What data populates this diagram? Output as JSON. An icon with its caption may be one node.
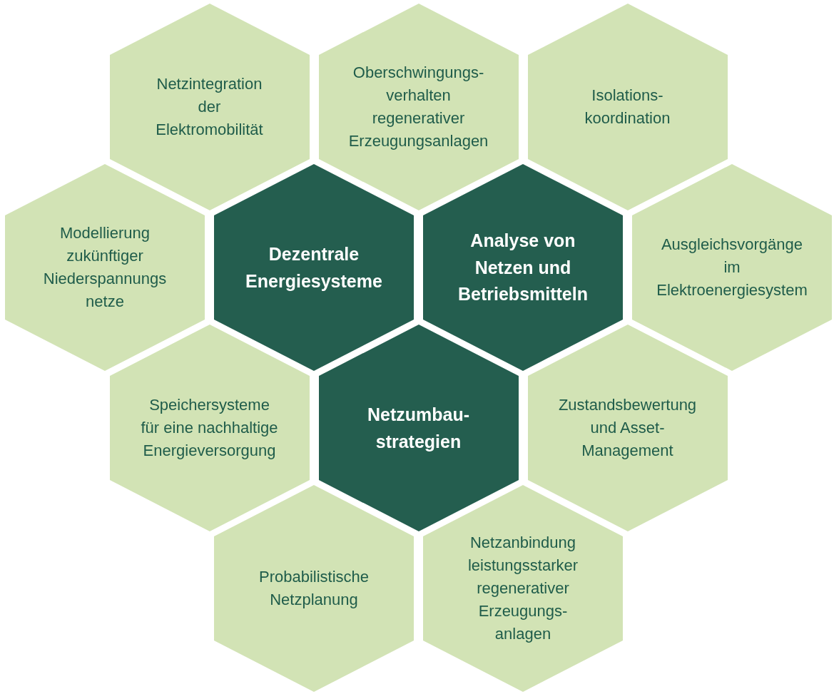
{
  "diagram": {
    "nodes": [
      {
        "text": [
          "Netzintegration der Elektromobilität"
        ]
      },
      {
        "text": [
          "Oberschwingungs- verhalten regenerativer Erzeugungsanlagen"
        ]
      },
      {
        "text": [
          "Isolations- koordination"
        ]
      },
      {
        "text": [
          "Modellierung zukünftiger Niederspannungs netze"
        ]
      },
      {
        "text": [
          "Dezentrale Energiesysteme"
        ]
      },
      {
        "text": [
          "Analyse von Netzen und Betriebsmitteln"
        ]
      },
      {
        "text": [
          "Ausgleichsvorgänge im Elektroenergiesystem"
        ]
      },
      {
        "text": [
          "Speichersysteme für eine nachhaltige Energieversorgung"
        ]
      },
      {
        "text": [
          "Netzumbau- strategien"
        ]
      },
      {
        "text": [
          "Zustandsbewertung und Asset-Management"
        ]
      },
      {
        "text": [
          "Probabilistische Netzplanung"
        ]
      },
      {
        "text": [
          "Netzanbindung leistungsstarker regenerativer Erzeugungs- anlagen"
        ]
      }
    ],
    "edges": []
  }
}
